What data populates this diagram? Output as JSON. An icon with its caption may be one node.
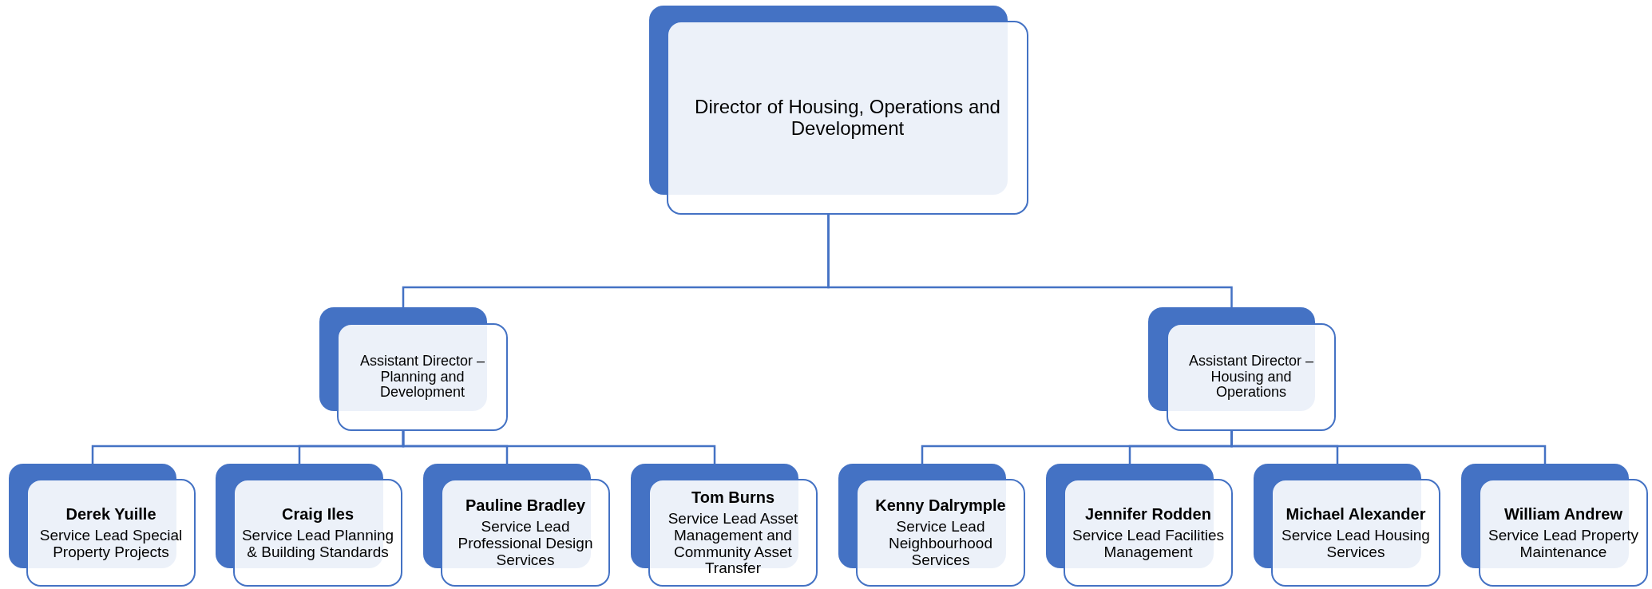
{
  "diagram": {
    "nodes": [
      {
        "text": [
          "Director of Housing, Operations and Development"
        ]
      },
      {
        "text": [
          "Assistant Director – Planning and Development"
        ]
      },
      {
        "text": [
          "Assistant Director – Housing and Operations"
        ]
      },
      {
        "text": [
          "Derek Yuille",
          "Service Lead Special Property Projects"
        ]
      },
      {
        "text": [
          "Craig Iles",
          "Service Lead Planning & Building Standards"
        ]
      },
      {
        "text": [
          "Pauline Bradley",
          "Service Lead Professional Design Services"
        ]
      },
      {
        "text": [
          "Tom Burns",
          "Service Lead Asset Management and Community Asset Transfer"
        ]
      },
      {
        "text": [
          "Kenny Dalrymple",
          "Service Lead Neighbourhood Services"
        ]
      },
      {
        "text": [
          "Jennifer Rodden",
          "Service Lead Facilities Management"
        ]
      },
      {
        "text": [
          "Michael Alexander",
          "Service Lead Housing Services"
        ]
      },
      {
        "text": [
          "William Andrew",
          "Service Lead Property Maintenance"
        ]
      }
    ],
    "edges": [
      {
        "from": 0,
        "to": 1,
        "arrow": "none"
      },
      {
        "from": 0,
        "to": 2,
        "arrow": "none"
      },
      {
        "from": 1,
        "to": 3,
        "arrow": "none"
      },
      {
        "from": 1,
        "to": 4,
        "arrow": "none"
      },
      {
        "from": 1,
        "to": 5,
        "arrow": "none"
      },
      {
        "from": 1,
        "to": 6,
        "arrow": "none"
      },
      {
        "from": 2,
        "to": 7,
        "arrow": "none"
      },
      {
        "from": 2,
        "to": 8,
        "arrow": "none"
      },
      {
        "from": 2,
        "to": 9,
        "arrow": "none"
      },
      {
        "from": 2,
        "to": 10,
        "arrow": "none"
      }
    ]
  }
}
